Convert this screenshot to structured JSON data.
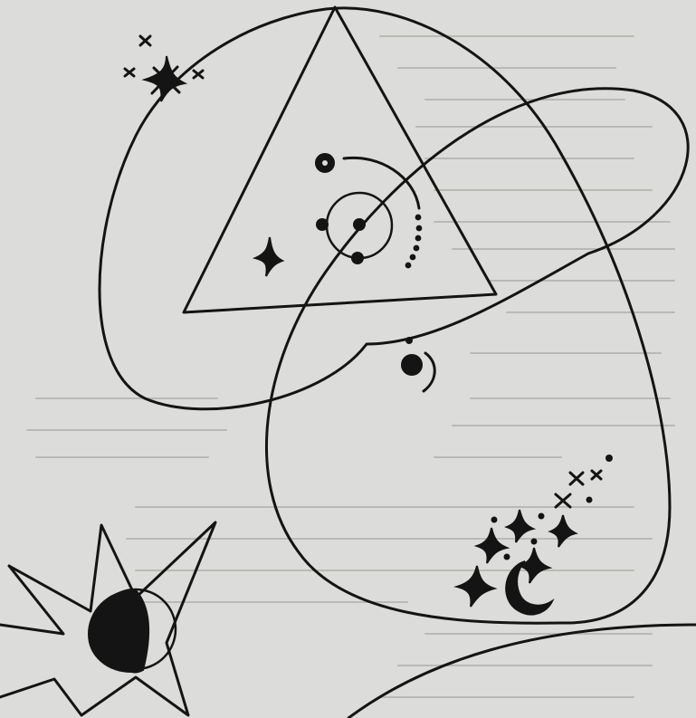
{
  "image": {
    "kind": "hand-drawn ink illustration",
    "ink_color": "#141414",
    "paper_color": "#dcdcda",
    "bleed_through_color": "#b9b9b6",
    "elements": [
      "large-loop-curve",
      "triangle",
      "orbit-symbol",
      "sparkle-cluster",
      "crescent-moon",
      "eclipse-star",
      "horizon-arc"
    ]
  }
}
